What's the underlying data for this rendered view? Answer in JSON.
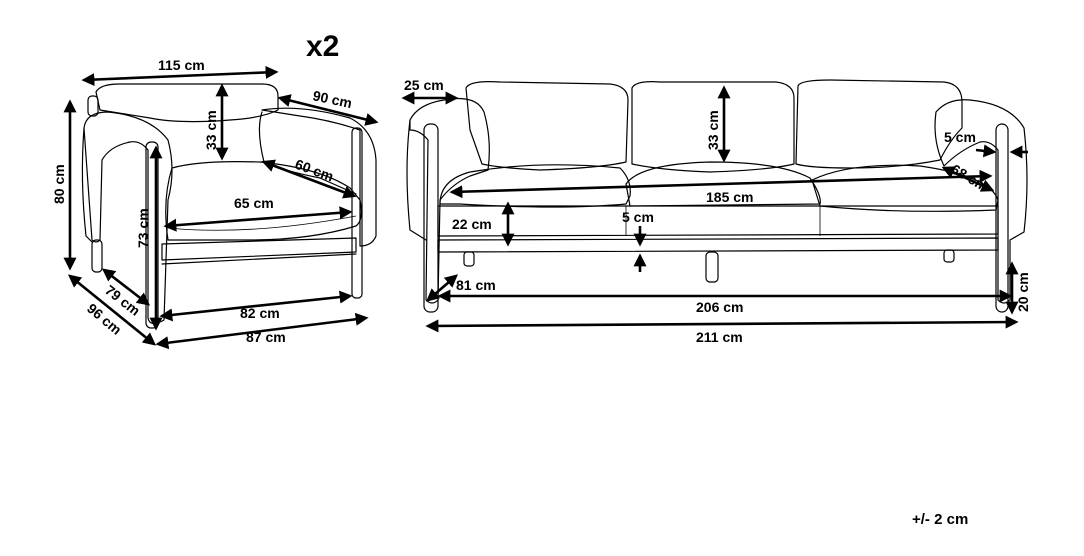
{
  "armchair": {
    "quantity_label": "x2",
    "width_top": "115 cm",
    "backrest_height": "33 cm",
    "arm_depth": "90 cm",
    "total_height": "80 cm",
    "seat_diag": "60 cm",
    "seat_width": "65 cm",
    "seat_height": "73 cm",
    "inner_depth": "79 cm",
    "total_depth": "96 cm",
    "leg_width": "82 cm",
    "base_width": "87 cm"
  },
  "sofa": {
    "arm_width": "25 cm",
    "backrest_height": "33 cm",
    "arm_thickness": "5 cm",
    "seat_depth": "68 cm",
    "seat_width": "185 cm",
    "seat_cushion": "22 cm",
    "gap": "5 cm",
    "depth": "81 cm",
    "leg_height": "20 cm",
    "inner_width": "206 cm",
    "total_width": "211 cm"
  },
  "tolerance": "+/- 2 cm"
}
